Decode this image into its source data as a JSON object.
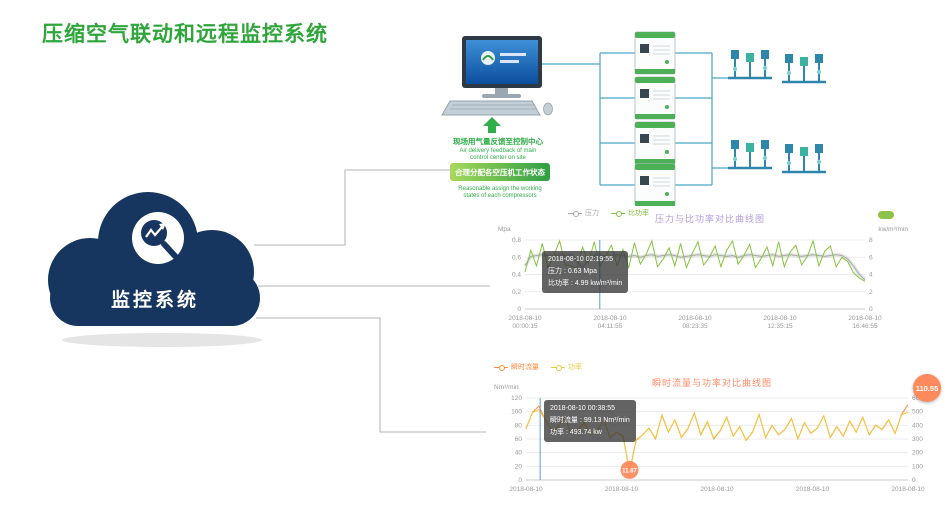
{
  "page": {
    "title": "压缩空气联动和远程监控系统"
  },
  "cloud": {
    "label": "监控系统",
    "color": "#16365f"
  },
  "diagram": {
    "feedback_cn": "现场用气量反馈至控制中心",
    "feedback_en": [
      "Air delivery feedback of main",
      "control center on site"
    ],
    "assign_cn": "合理分配各空压机工作状态",
    "assign_en": [
      "Reasonable assign the working",
      "states of each compressors"
    ]
  },
  "chart_data": [
    {
      "type": "line",
      "title": "压力与比功率对比曲线图",
      "title_color": "#b39ddb",
      "legend_position": "top",
      "grid": true,
      "y_left": {
        "label": "Mpa",
        "min": 0,
        "max": 0.8,
        "ticks": [
          "0.8",
          "0.6",
          "0.4",
          "0.2",
          "0"
        ]
      },
      "y_right": {
        "label": "kw/m³/min",
        "min": 0,
        "max": 8,
        "ticks": [
          "8",
          "6",
          "4",
          "2",
          "0"
        ]
      },
      "x_ticks": [
        {
          "date": "2018-08-10",
          "time": "00:00:15"
        },
        {
          "date": "2018-08-10",
          "time": "04:11:55"
        },
        {
          "date": "2018-08-10",
          "time": "08:23:35"
        },
        {
          "date": "2018-08-10",
          "time": "12:35:15"
        },
        {
          "date": "2018-08-10",
          "time": "16:46:55"
        }
      ],
      "tooltip": {
        "lines": [
          "2018-08-10 02:19:55",
          "压力 : 0.63 Mpa",
          "比功率 : 4.99 kw/m³/min"
        ]
      },
      "marker_fraction": 0.22,
      "series": [
        {
          "name": "压力",
          "axis": "left",
          "color": "#a9a9a9",
          "band": true,
          "values": [
            0.5,
            0.61,
            0.62,
            0.63,
            0.62,
            0.61,
            0.63,
            0.62,
            0.63,
            0.55,
            0.48,
            0.58,
            0.62,
            0.63,
            0.61,
            0.62,
            0.63,
            0.62,
            0.61,
            0.62,
            0.6,
            0.62,
            0.63,
            0.61,
            0.62,
            0.63,
            0.62,
            0.6,
            0.61,
            0.62,
            0.63,
            0.62,
            0.61,
            0.63,
            0.62,
            0.61,
            0.62,
            0.6,
            0.62,
            0.63,
            0.62,
            0.61,
            0.62,
            0.63,
            0.61,
            0.62,
            0.63,
            0.62,
            0.61,
            0.62,
            0.63,
            0.62,
            0.61,
            0.62,
            0.63,
            0.62,
            0.58,
            0.5,
            0.4,
            0.34
          ]
        },
        {
          "name": "比功率",
          "axis": "right",
          "color": "#86c440",
          "values": [
            4.3,
            6.8,
            5.0,
            7.6,
            4.8,
            6.2,
            7.9,
            5.1,
            4.99,
            4.7,
            7.2,
            5.3,
            7.8,
            4.9,
            6.1,
            7.4,
            5.0,
            6.9,
            4.8,
            7.7,
            5.2,
            6.3,
            7.9,
            4.9,
            5.8,
            7.1,
            5.0,
            7.6,
            4.8,
            6.4,
            7.8,
            5.1,
            6.0,
            7.3,
            4.9,
            6.8,
            7.9,
            5.2,
            6.2,
            7.5,
            4.8,
            5.9,
            7.2,
            5.0,
            7.8,
            4.9,
            6.6,
            7.4,
            5.1,
            6.1,
            7.9,
            5.0,
            6.7,
            7.3,
            4.9,
            6.0,
            5.5,
            4.2,
            3.6,
            3.2
          ]
        }
      ]
    },
    {
      "type": "line",
      "title": "瞬时流量与功率对比曲线图",
      "title_color": "#ff8a65",
      "end_badge": "110.55",
      "grid": true,
      "y_left": {
        "label": "Nm³/min",
        "min": 0,
        "max": 120,
        "ticks": [
          "120",
          "100",
          "80",
          "60",
          "40",
          "20",
          "0"
        ]
      },
      "y_right": {
        "label": "",
        "min": 0,
        "max": 600,
        "ticks": [
          "600",
          "500",
          "400",
          "300",
          "200",
          "100",
          "0"
        ]
      },
      "x_ticks": [
        {
          "date": "2018-08-10",
          "time": ""
        },
        {
          "date": "2018-08-10",
          "time": ""
        },
        {
          "date": "2018-08-10",
          "time": ""
        },
        {
          "date": "2018-08-10",
          "time": ""
        },
        {
          "date": "2018-08-10",
          "time": ""
        }
      ],
      "tooltip": {
        "lines": [
          "2018-08-10 00:38:55",
          "瞬时流量 : 99.13 Nm³/min",
          "功率 : 493.74 kw"
        ]
      },
      "marker_fraction": 0.037,
      "point_label": {
        "text": "11.87",
        "value": 11.87,
        "fraction": 0.271
      },
      "series": [
        {
          "name": "瞬时流量",
          "axis": "left",
          "color": "#ff8b3d",
          "values": [
            75,
            99.13,
            108,
            88,
            72,
            78,
            92,
            68,
            74,
            84,
            66,
            72,
            88,
            62,
            70,
            64,
            11.87,
            58,
            66,
            76,
            60,
            95,
            70,
            88,
            62,
            75,
            98,
            66,
            85,
            60,
            72,
            92,
            64,
            78,
            58,
            70,
            96,
            62,
            80,
            66,
            74,
            90,
            60,
            84,
            68,
            76,
            94,
            62,
            78,
            64,
            86,
            70,
            92,
            66,
            80,
            74,
            88,
            68,
            96,
            110.55
          ]
        },
        {
          "name": "功率",
          "axis": "right",
          "color": "#f2c83c",
          "values": [
            380,
            493.74,
            515,
            440,
            360,
            395,
            455,
            340,
            370,
            415,
            330,
            360,
            440,
            310,
            350,
            320,
            60,
            295,
            330,
            378,
            305,
            470,
            352,
            438,
            312,
            378,
            488,
            335,
            428,
            305,
            362,
            458,
            322,
            392,
            292,
            352,
            478,
            312,
            402,
            332,
            372,
            448,
            302,
            418,
            342,
            382,
            468,
            312,
            392,
            322,
            432,
            352,
            458,
            332,
            402,
            372,
            442,
            342,
            478,
            495
          ]
        }
      ]
    }
  ]
}
